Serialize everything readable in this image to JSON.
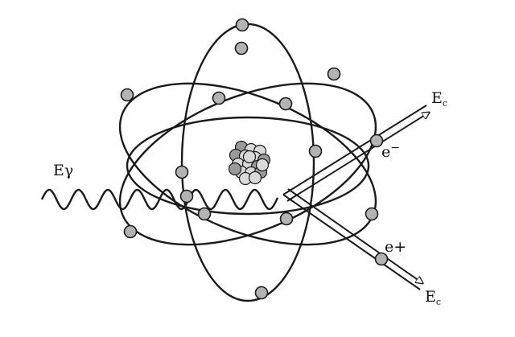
{
  "diagram": {
    "labels": {
      "incoming_photon": "Eγ",
      "electron": "e",
      "electron_charge": "−",
      "positron": "e+",
      "energy_main": "E",
      "energy_sub": "c"
    },
    "nucleus": {
      "particle_count": 18
    },
    "orbits": {
      "count": 4,
      "electron_count": 16
    },
    "colors": {
      "stroke": "#1a1a1a",
      "electron_fill": "#b3b3b3",
      "nucleus_fill_light": "#d9d9d9",
      "nucleus_fill_dark": "#9a9a9a",
      "background": "#ffffff"
    }
  }
}
